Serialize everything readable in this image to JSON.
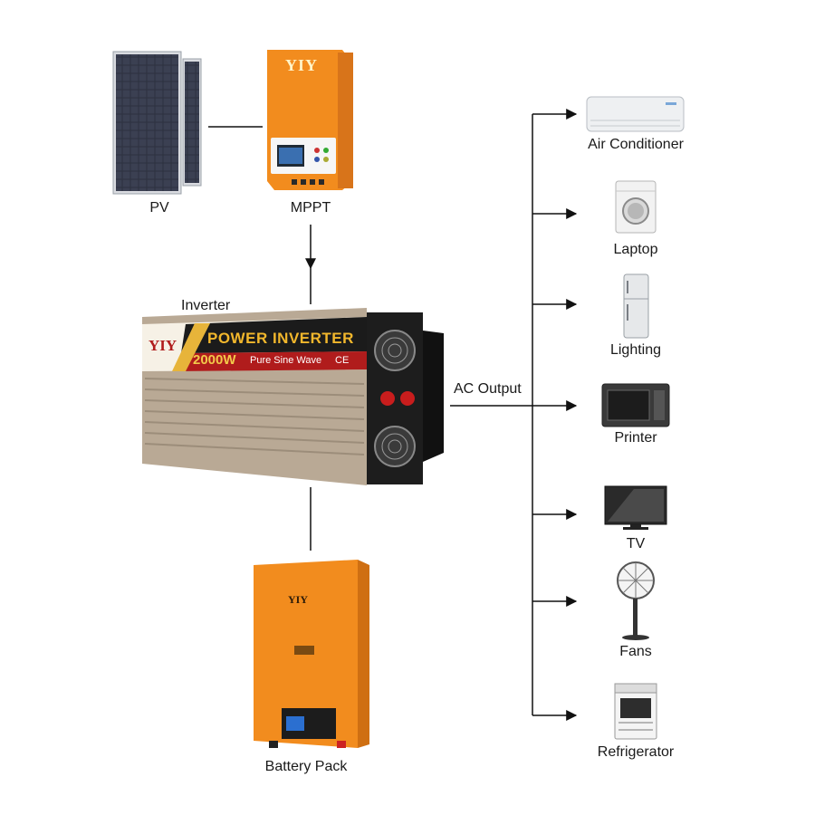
{
  "nodes": {
    "pv": {
      "label": "PV"
    },
    "mppt": {
      "label": "MPPT",
      "brand": "YIY"
    },
    "inverter": {
      "label": "Inverter",
      "brand": "YIY",
      "title": "POWER INVERTER",
      "power": "2000W",
      "subtitle": "Pure Sine Wave",
      "cert": "CE"
    },
    "battery": {
      "label": "Battery Pack",
      "brand": "YIY"
    }
  },
  "ac_output": {
    "label": "AC Output"
  },
  "loads": [
    {
      "label": "Air Conditioner",
      "icon": "air-conditioner-icon"
    },
    {
      "label": "Laptop",
      "icon": "washing-machine-icon"
    },
    {
      "label": "Lighting",
      "icon": "refrigerator-icon"
    },
    {
      "label": "Printer",
      "icon": "microwave-icon"
    },
    {
      "label": "TV",
      "icon": "tv-icon"
    },
    {
      "label": "Fans",
      "icon": "fan-icon"
    },
    {
      "label": "Refrigerator",
      "icon": "stove-icon"
    }
  ],
  "colors": {
    "accent_orange": "#f28c1e",
    "inverter_body": "#b9a995",
    "inverter_red": "#b01c1c",
    "line": "#111111"
  }
}
